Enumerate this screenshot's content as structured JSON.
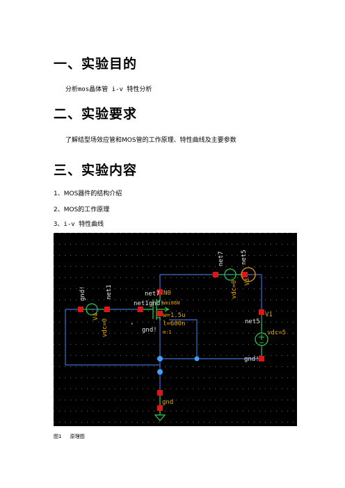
{
  "sections": [
    {
      "heading": "一、实验目的",
      "text": "分析mos晶体管 i-v 特性分析"
    },
    {
      "heading": "二、实验要求",
      "text": "了解结型场效应管和MOS管的工作原理、特性曲线及主要参数"
    },
    {
      "heading": "三、实验内容"
    }
  ],
  "content_items": [
    "1、MOS器件的结构介绍",
    "2、MOS的工作原理",
    "3、i-v 特性曲线"
  ],
  "schematic": {
    "labels": {
      "gnd_left": "gnd!",
      "net1_top": "net1",
      "v4_src": "vdc=0",
      "v4_name": "V4",
      "net7_top": "net7",
      "net5_top": "net5",
      "v0_src": "vdc=0",
      "v0_name": "V0",
      "net7_left": "net7",
      "n0_name": "N0",
      "net1_mid": "net1",
      "gnd_mid": "gnd!",
      "model": "ami06N",
      "width": "w=1.5u",
      "length": "l=600n",
      "mult": "m:1",
      "net5_mid": "net5",
      "v1_name": "V1",
      "v1_src": "vdc=5",
      "gnd_right": "gnd!",
      "gnd_bottom": "gnd"
    }
  },
  "figure": {
    "label": "图1",
    "caption": "原理图"
  }
}
